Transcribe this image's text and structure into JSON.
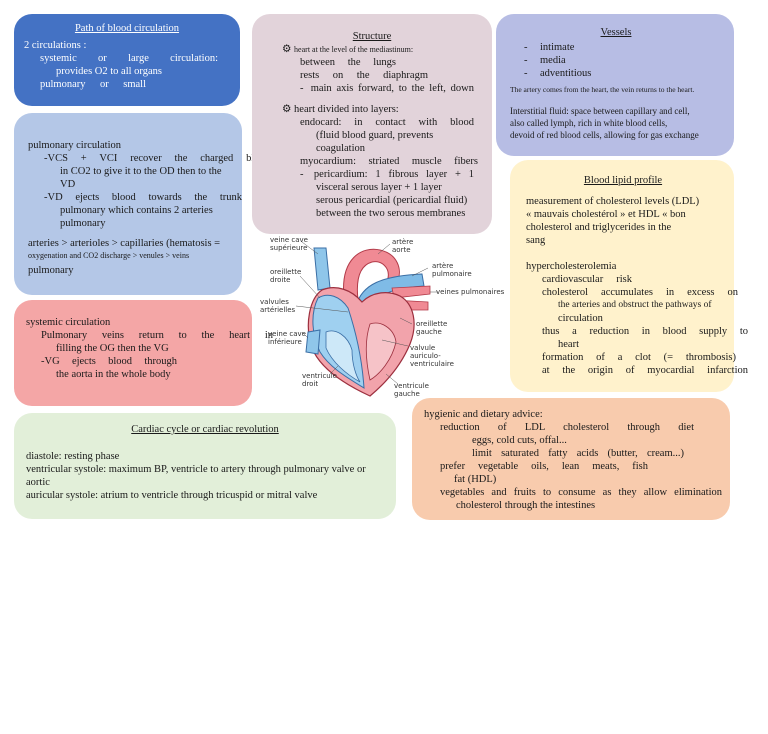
{
  "path": {
    "title": "Path of blood circulation",
    "lines": [
      "2 circulations :",
      "systemic or large circulation:",
      "provides O2 to all organs",
      "pulmonary or small"
    ]
  },
  "pulm": {
    "heading": "pulmonary circulation",
    "l1": "-VCS + VCI recover the charged blood",
    "l2": "in CO2 to give it to the OD then to the",
    "l3": "VD",
    "l4": "-VD ejects blood towards the trunk",
    "l5": "pulmonary which contains 2 arteries",
    "l6": "pulmonary",
    "l7": "arteries > arterioles > capillaries (hematosis =",
    "l8": "oxygenation and CO2 discharge > venules > veins",
    "l9": "pulmonary"
  },
  "sys": {
    "heading": "systemic circulation",
    "l1": "Pulmonary veins return to the heart in",
    "l2": "filling the OG then the VG",
    "l3": "-VG ejects blood through",
    "l4": "the aorta in the whole body"
  },
  "struct": {
    "title": "Structure",
    "l1": "heart at the level of the mediastinum:",
    "l2": "between the lungs",
    "l3": "rests on the diaphragm",
    "l4": "main axis forward, to the left, down",
    "l5": "heart divided into layers:",
    "l6": "endocard: in contact with blood",
    "l7": "(fluid blood guard, prevents",
    "l8": "coagulation",
    "l9": "myocardium: striated muscle fibers",
    "l10": "pericardium: 1 fibrous layer + 1",
    "l11": "visceral serous layer + 1 layer",
    "l12": "serous pericardial (pericardial fluid)",
    "l13": "between the two serous membranes"
  },
  "vessels": {
    "title": "Vessels",
    "items": [
      "intimate",
      "media",
      "adventitious"
    ],
    "note": "The artery comes from the heart, the vein returns to the heart.",
    "l1": "Interstitial fluid: space between capillary and cell,",
    "l2": "also called lymph, rich in white blood cells,",
    "l3": "devoid of red blood cells, allowing for gas exchange"
  },
  "lipid": {
    "title": "Blood lipid profile",
    "l1": "measurement of cholesterol levels (LDL)",
    "l2": "« mauvais cholestérol » et HDL « bon",
    "l3": "cholesterol and triglycerides in the",
    "l4": "sang",
    "l5": "hypercholesterolemia",
    "l6": "cardiovascular risk",
    "l7": "cholesterol accumulates in excess on",
    "l8": "the arteries and obstruct the pathways of",
    "l9": "circulation",
    "l10": "thus a reduction in blood supply to",
    "l11": "heart",
    "l12": "formation of a clot (= thrombosis)",
    "l13": "at the origin of myocardial infarction"
  },
  "cycle": {
    "title": "Cardiac cycle or cardiac revolution",
    "l1": "diastole: resting phase",
    "l2": "ventricular systole: maximum BP, ventricle to artery through pulmonary valve or",
    "l3": "aortic",
    "l4": "auricular systole: atrium to ventricle through tricuspid or mitral valve"
  },
  "advice": {
    "l1": "hygienic and dietary advice:",
    "l2": "reduction of LDL cholesterol through diet",
    "l3": "eggs, cold cuts, offal...",
    "l4": "limit saturated fatty acids (butter, cream...)",
    "l5": "prefer vegetable oils, lean meats, fish",
    "l6": "fat (HDL)",
    "l7": "vegetables and fruits to consume as they allow elimination",
    "l8": "cholesterol through the intestines"
  },
  "heart": {
    "vcs": [
      "veine cave",
      "supérieure"
    ],
    "aorta": [
      "artère",
      "aorte"
    ],
    "od": [
      "oreillette",
      "droite"
    ],
    "ap": [
      "artère",
      "pulmonaire"
    ],
    "vp": "veines pulmonaires",
    "valves": [
      "valvules",
      "artérielles"
    ],
    "og": [
      "oreillette",
      "gauche"
    ],
    "vci": [
      "veine cave",
      "inférieure"
    ],
    "valv": [
      "valvule",
      "auriculo-",
      "ventriculaire"
    ],
    "vd": [
      "ventricule",
      "droit"
    ],
    "vg": [
      "ventricule",
      "gauche"
    ]
  },
  "colors": {
    "path_bg": "#4472c4",
    "pulm_bg": "#b4c7e7",
    "sys_bg": "#f4a6a6",
    "struct_bg": "#e2d3da",
    "vessels_bg": "#b7bde4",
    "lipid_bg": "#fff2cc",
    "cycle_bg": "#e2efd9",
    "advice_bg": "#f8cbad"
  }
}
